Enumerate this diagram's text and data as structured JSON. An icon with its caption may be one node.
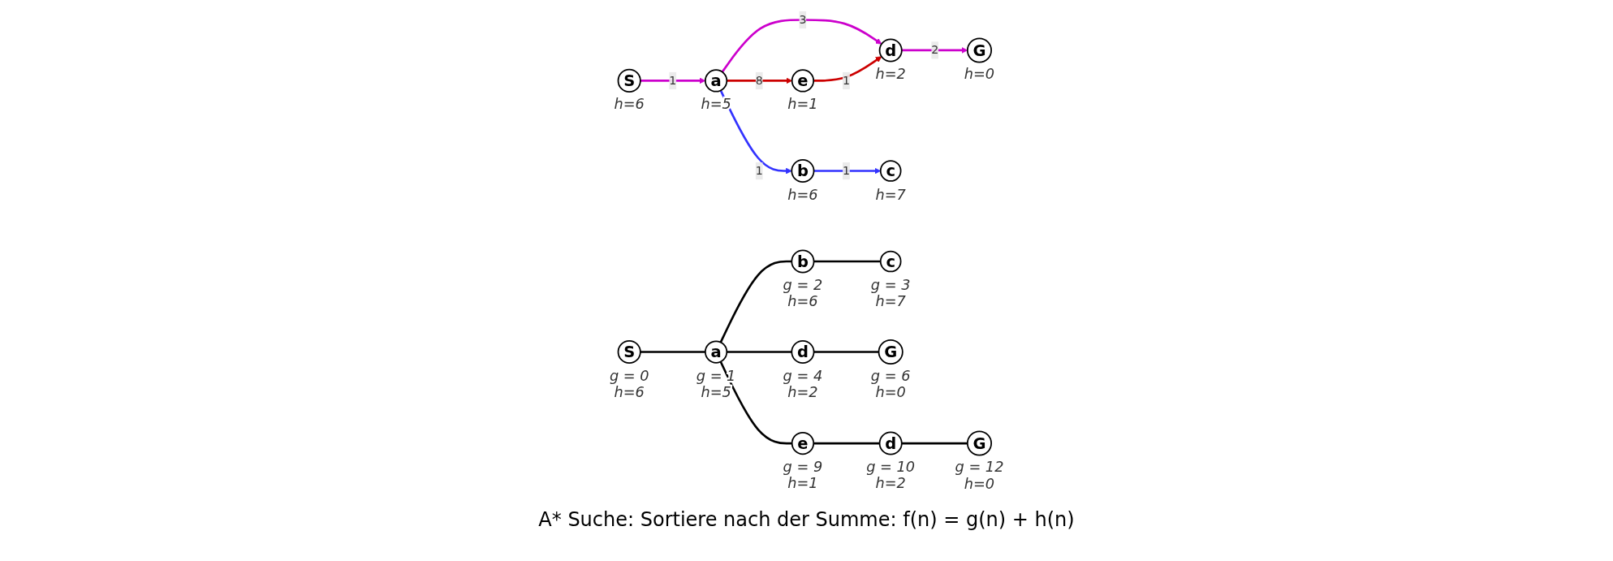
{
  "diagram": {
    "nodes": [
      {
        "text": [
          "S"
        ],
        "beside": [
          "h=6"
        ]
      },
      {
        "text": [
          "a"
        ],
        "beside": [
          "h=5"
        ]
      },
      {
        "text": [
          "e"
        ],
        "beside": [
          "h=1"
        ]
      },
      {
        "text": [
          "d"
        ],
        "beside": [
          "h=2"
        ]
      },
      {
        "text": [
          "G"
        ],
        "beside": [
          "h=0"
        ]
      },
      {
        "text": [
          "c"
        ],
        "beside": [
          "h=7"
        ]
      },
      {
        "text": [
          "b"
        ],
        "beside": [
          "h=6"
        ]
      },
      {
        "text": [
          "S"
        ],
        "beside": [
          "g = 0",
          "h=6"
        ]
      },
      {
        "text": [
          "a"
        ],
        "beside": [
          "g = 1",
          "h=5"
        ]
      },
      {
        "text": [
          "b"
        ],
        "beside": [
          "g = 2",
          "h=6"
        ]
      },
      {
        "text": [
          "d"
        ],
        "beside": [
          "g = 4",
          "h=2"
        ]
      },
      {
        "text": [
          "e"
        ],
        "beside": [
          "g = 9",
          "h=1"
        ]
      },
      {
        "text": [
          "c"
        ],
        "beside": [
          "g = 3",
          "h=7"
        ]
      },
      {
        "text": [
          "G"
        ],
        "beside": [
          "g = 6",
          "h=0"
        ]
      },
      {
        "text": [
          "d"
        ],
        "beside": [
          "g = 10",
          "h=2"
        ]
      },
      {
        "text": [
          "G"
        ],
        "beside": [
          "g = 12",
          "h=0"
        ]
      }
    ],
    "edges": [
      {
        "from": 0,
        "to": 1,
        "arrow": "to",
        "label": "1",
        "color": "#cc00cc"
      },
      {
        "from": 1,
        "to": 3,
        "arrow": "to",
        "label": "3",
        "color": "#cc00cc"
      },
      {
        "from": 3,
        "to": 4,
        "arrow": "to",
        "label": "2",
        "color": "#cc00cc"
      },
      {
        "from": 1,
        "to": 2,
        "arrow": "to",
        "label": "8",
        "color": "#cc0000"
      },
      {
        "from": 2,
        "to": 3,
        "arrow": "to",
        "label": "1",
        "color": "#cc0000"
      },
      {
        "from": 1,
        "to": 6,
        "arrow": "to",
        "label": "1",
        "color": "#3333ff"
      },
      {
        "from": 6,
        "to": 5,
        "arrow": "to",
        "label": "1",
        "color": "#3333ff"
      },
      {
        "from": 7,
        "to": 8,
        "arrow": "none"
      },
      {
        "from": 8,
        "to": 9,
        "arrow": "none"
      },
      {
        "from": 8,
        "to": 10,
        "arrow": "none"
      },
      {
        "from": 8,
        "to": 11,
        "arrow": "none"
      },
      {
        "from": 9,
        "to": 12,
        "arrow": "none"
      },
      {
        "from": 10,
        "to": 13,
        "arrow": "none"
      },
      {
        "from": 11,
        "to": 14,
        "arrow": "none"
      },
      {
        "from": 14,
        "to": 15,
        "arrow": "none"
      }
    ],
    "labels": [
      "A* Suche: Sortiere nach der Summe: f(n) = g(n) + h(n)"
    ]
  }
}
